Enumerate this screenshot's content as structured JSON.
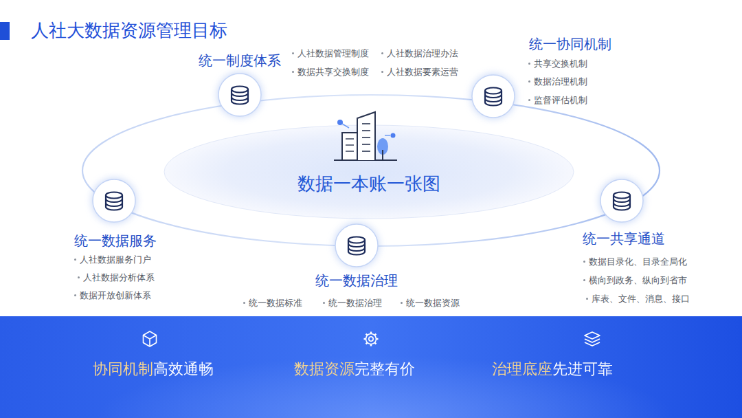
{
  "diagram": {
    "title": "人社大数据资源管理目标",
    "nodes": [
      {
        "text": [
          "统一制度体系",
          "人社数据管理制度",
          "人社数据治理办法",
          "数据共享交换制度",
          "人社数据要素运营"
        ]
      },
      {
        "text": [
          "统一协同机制",
          "共享交换机制",
          "数据治理机制",
          "监督评估机制"
        ]
      },
      {
        "text": [
          "数据一本账一张图"
        ]
      },
      {
        "text": [
          "统一数据服务",
          "人社数据服务门户",
          "人社数据分析体系",
          "数据开放创新体系"
        ]
      },
      {
        "text": [
          "统一共享通道",
          "数据目录化、目录全局化",
          "横向到政务、纵向到省市",
          "库表、文件、消息、接口"
        ]
      },
      {
        "text": [
          "统一数据治理",
          "统一数据标准",
          "统一数据治理",
          "统一数据资源"
        ]
      },
      {
        "text": [
          "协同机制高效通畅",
          "数据资源完整有价",
          "治理底座先进可靠"
        ]
      }
    ]
  }
}
